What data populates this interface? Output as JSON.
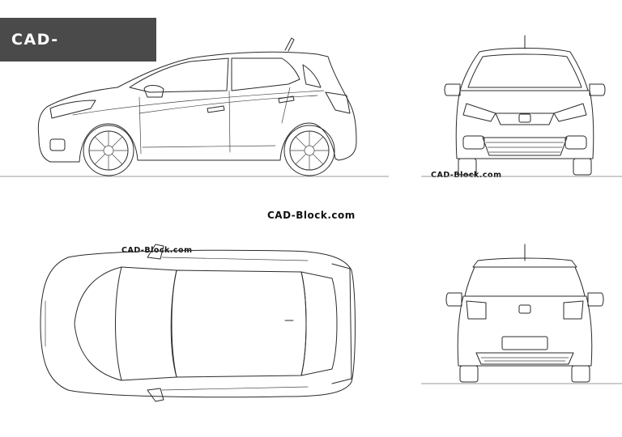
{
  "brand": {
    "logo_text": "CAD-Block.com"
  },
  "watermarks": {
    "front_view": "CAD-Block.com",
    "center": "CAD-Block.com",
    "top_view": "CAD-Block.com"
  },
  "colors": {
    "logo_background": "#4a4a4a",
    "logo_text": "#ffffff",
    "line": "#2a2a2a",
    "background": "#ffffff"
  }
}
